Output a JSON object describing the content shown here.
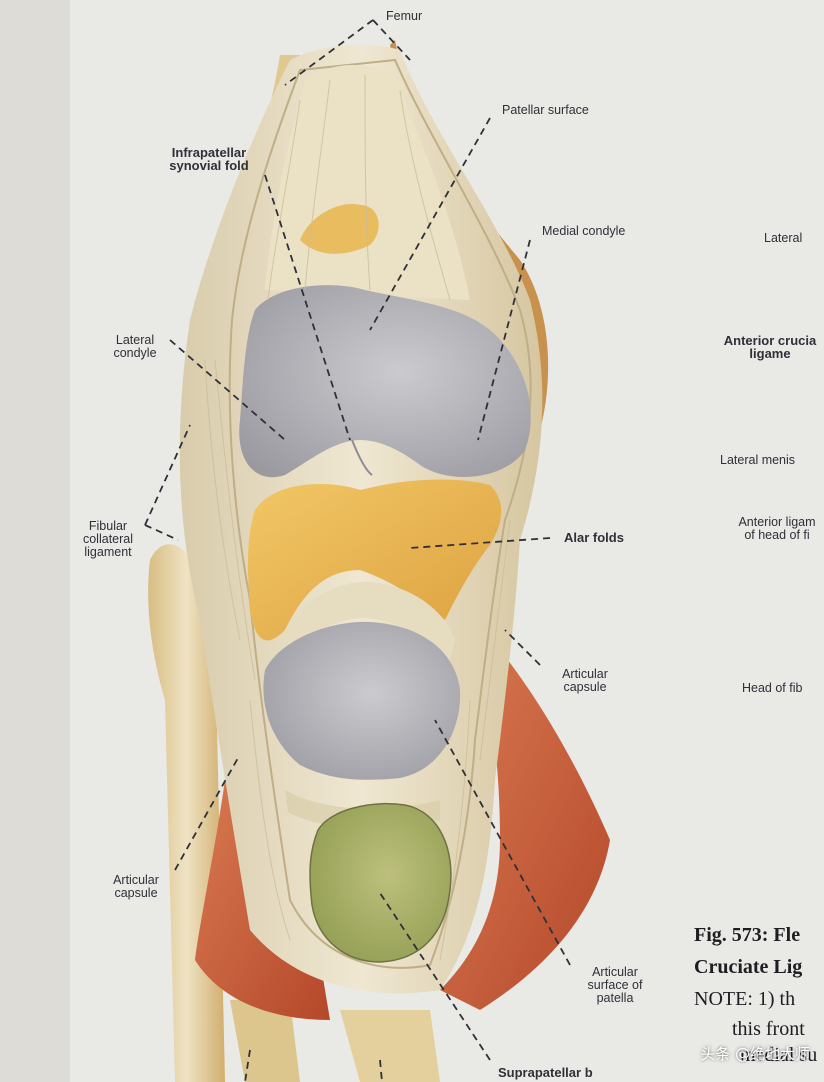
{
  "labels": {
    "femur": "Femur",
    "patellar_surface": "Patellar surface",
    "infrapatellar_synovial_fold": "Infrapatellar\nsynovial fold",
    "medial_condyle": "Medial condyle",
    "lateral_condyle": "Lateral\ncondyle",
    "fibular_collateral_ligament": "Fibular\ncollateral\nligament",
    "alar_folds": "Alar folds",
    "articular_capsule_right": "Articular\ncapsule",
    "articular_capsule_left": "Articular\ncapsule",
    "articular_surface_patella": "Articular\nsurface of\npatella",
    "suprapatellar": "Suprapatellar b"
  },
  "right_column": {
    "lateral": "Lateral",
    "anterior_cruciate": "Anterior crucia\nligame",
    "lateral_meniscus": "Lateral menis",
    "anterior_ligament": "Anterior ligam\nof head of fi",
    "head_of_fibula": "Head of fib"
  },
  "caption": {
    "line1": "Fig. 573: Fle",
    "line2": "Cruciate Lig",
    "line3": "NOTE: 1)    th",
    "line4": "this front",
    "line5": "medial su"
  },
  "watermark": "头条 @绝地大师",
  "colors": {
    "paper": "#e9e9e6",
    "bone": "#e6d2a4",
    "cartilage": "#b9b8bd",
    "fat": "#eab950",
    "muscle": "#c6603a",
    "patella_surface": "#a9b067",
    "ink": "#2f3038"
  }
}
